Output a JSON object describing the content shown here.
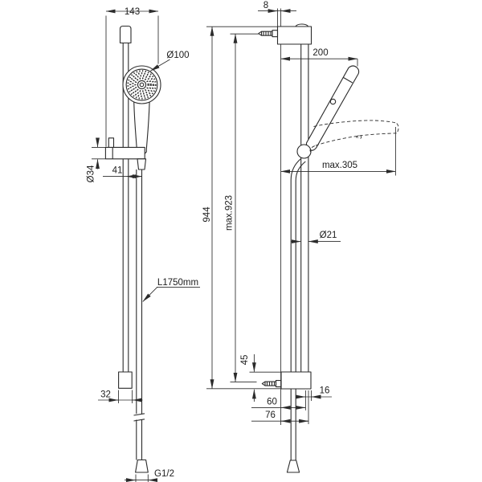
{
  "drawing": {
    "subject": "shower rail set with hand shower - technical dimension drawing, front and side views",
    "line_color": "#2b2b2b",
    "text_color": "#1c1c1c",
    "background": "#ffffff",
    "labels": {
      "front_overall_width": "143",
      "head_diameter": "Ø100",
      "holder_height": "Ø34",
      "rail_to_hose_offset": "41",
      "hose_length": "L1750mm",
      "rail_end_width": "32",
      "hose_thread": "G1/2",
      "wall_gap": "8",
      "projection": "200",
      "max_projection": "max.305",
      "rail_height": "944",
      "max_fixing_height": "max.923",
      "rail_diameter": "Ø21",
      "bracket_height": "45",
      "axis_to_face": "16",
      "wall_to_axis": "60",
      "wall_to_face": "76"
    }
  }
}
